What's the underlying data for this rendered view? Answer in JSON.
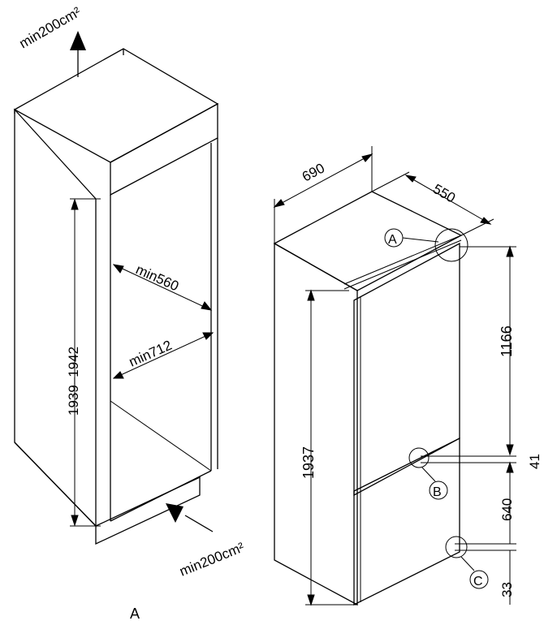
{
  "labels": {
    "vent_top": "min200cm²",
    "vent_bottom": "min200cm²",
    "niche_height": "1939–1942",
    "niche_width": "min560",
    "niche_depth": "min712",
    "figure_letter": "A",
    "appliance_width": "690",
    "appliance_depth": "550",
    "appliance_height": "1937",
    "upper_section": "1166",
    "middle_gap": "41",
    "lower_section": "640",
    "bottom_gap": "33",
    "callout_a": "A",
    "callout_b": "B",
    "callout_c": "C"
  },
  "colors": {
    "line": "#000000",
    "background": "#ffffff"
  }
}
